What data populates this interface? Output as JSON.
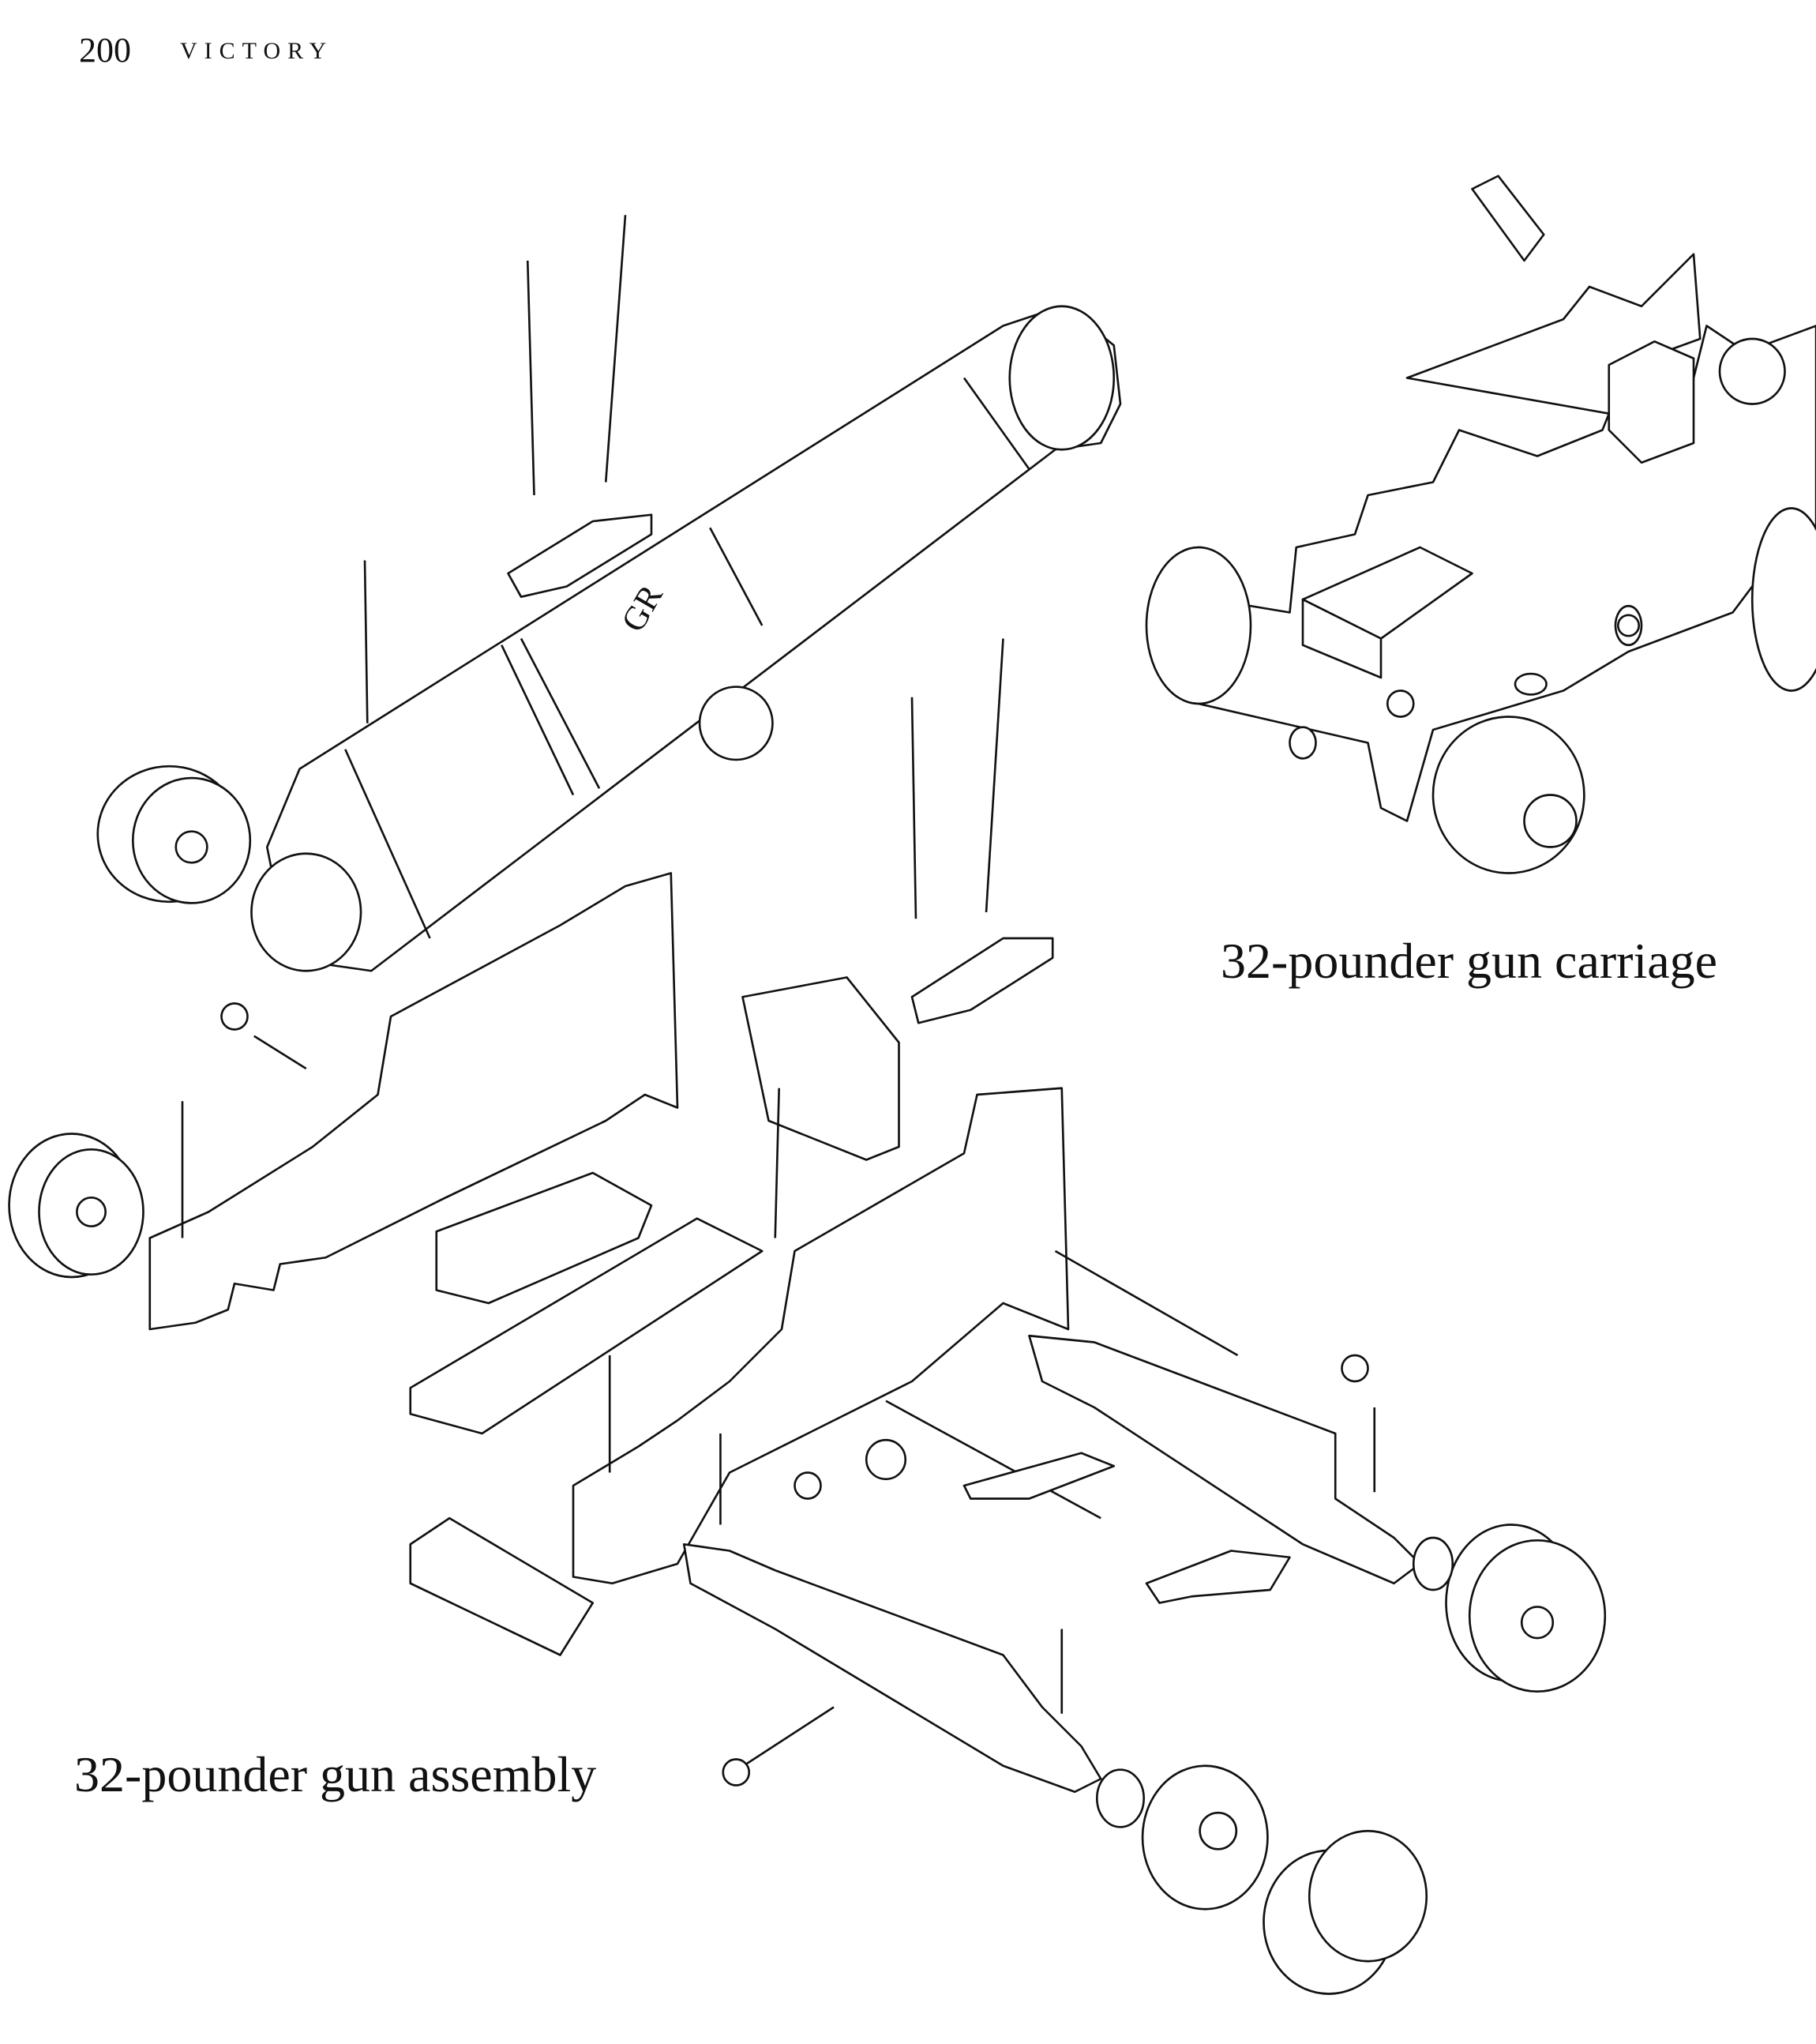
{
  "header": {
    "page_number": "200",
    "running_title": "VICTORY"
  },
  "captions": {
    "carriage": "32-pounder gun carriage",
    "assembly": "32-pounder gun assembly"
  },
  "barrel_cypher": "GR"
}
